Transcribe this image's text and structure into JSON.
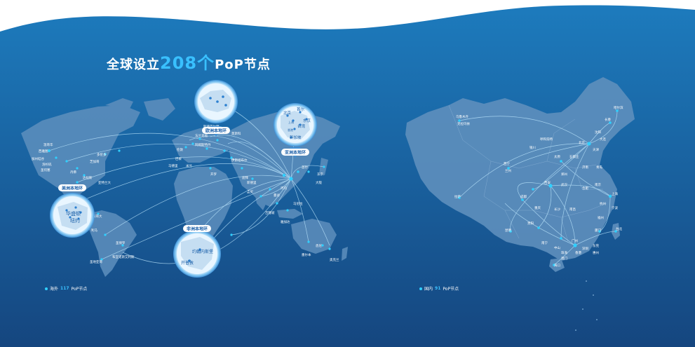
{
  "header": {
    "title_pre": "全球设立",
    "title_num": "208个",
    "title_post": "PoP节点"
  },
  "legend_world": {
    "label": "海外",
    "count": "117",
    "unit": "PoP节点"
  },
  "legend_china": {
    "label": "国内",
    "count": "91",
    "unit": "PoP节点"
  },
  "colors": {
    "bg_top": "#1d7bbd",
    "bg_bottom": "#15467f",
    "land": "#5e8fbd",
    "line": "#bfe9ff",
    "node": "#2fd0ff",
    "accent": "#39c0ff"
  },
  "bubbles": {
    "europe": {
      "title": "欧洲本地环"
    },
    "asia": {
      "title": "亚洲本地环",
      "cities": [
        "北京",
        "首尔",
        "东京",
        "上海",
        "台湾",
        "香港",
        "新加坡"
      ]
    },
    "america": {
      "title": "美洲本地环",
      "cities": [
        "华盛顿",
        "纽约"
      ]
    },
    "africa": {
      "title": "非洲本地环",
      "cities": [
        "约翰内斯堡",
        "开普敦"
      ]
    }
  },
  "world_cities": [
    "西雅图",
    "温哥华",
    "洛杉矶",
    "加州硅谷",
    "圣何塞",
    "丹佛",
    "达拉斯",
    "芝加哥",
    "多伦多",
    "亚特兰大",
    "迈阿密",
    "墨西哥城",
    "波哥大",
    "利马",
    "圣保罗",
    "布宜诺斯艾利斯",
    "圣地亚哥",
    "伦敦",
    "巴黎",
    "法兰克福",
    "阿姆斯特丹",
    "马德里",
    "米兰",
    "莫斯科",
    "华沙",
    "斯德哥尔摩",
    "伊斯坦布尔",
    "迪拜",
    "开罗",
    "孟买",
    "新德里",
    "曼谷",
    "河内",
    "马尼拉",
    "雅加达",
    "吉隆坡",
    "悉尼",
    "墨尔本",
    "奥克兰",
    "首尔",
    "东京",
    "大阪"
  ],
  "china_cities": [
    "哈尔滨",
    "长春",
    "沈阳",
    "大连",
    "北京",
    "天津",
    "石家庄",
    "太原",
    "呼和浩特",
    "济南",
    "青岛",
    "郑州",
    "西安",
    "兰州",
    "西宁",
    "银川",
    "乌鲁木齐",
    "克拉玛依",
    "拉萨",
    "成都",
    "重庆",
    "贵阳",
    "昆明",
    "南宁",
    "武汉",
    "长沙",
    "南昌",
    "合肥",
    "南京",
    "上海",
    "杭州",
    "宁波",
    "福州",
    "厦门",
    "台北",
    "广州",
    "深圳",
    "东莞",
    "惠州",
    "珠海",
    "中山",
    "海口",
    "香港",
    "澳门"
  ]
}
